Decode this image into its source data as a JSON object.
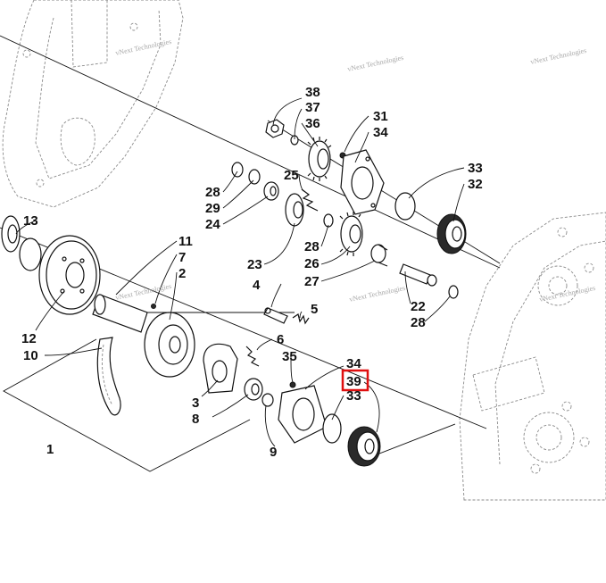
{
  "diagram": {
    "highlight_color": "#e01010",
    "highlighted_callout": "39",
    "watermarks": [
      "vNext Technologies",
      "vNext Technologies",
      "vNext Technologies",
      "vNext Technologies",
      "vNext Technologies",
      "vNext Technologies"
    ],
    "callouts": [
      "38",
      "37",
      "36",
      "31",
      "34",
      "33",
      "32",
      "28",
      "29",
      "24",
      "25",
      "28",
      "26",
      "23",
      "27",
      "13",
      "11",
      "7",
      "2",
      "12",
      "10",
      "1",
      "4",
      "5",
      "22",
      "28",
      "6",
      "35",
      "3",
      "8",
      "34",
      "39",
      "33",
      "9"
    ]
  }
}
